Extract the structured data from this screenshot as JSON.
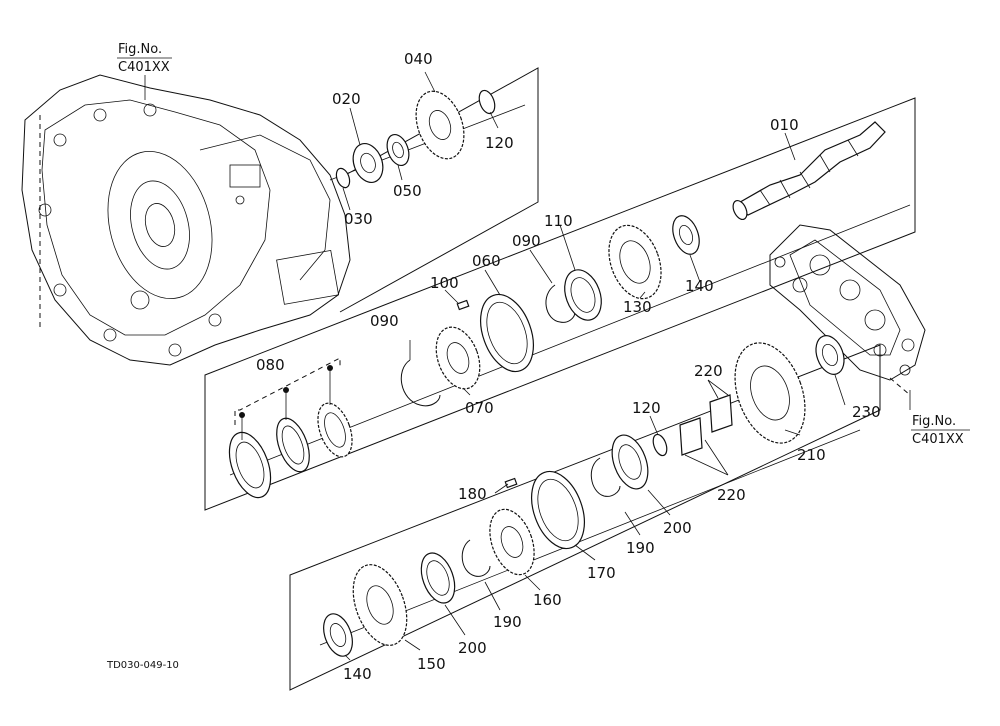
{
  "diagram": {
    "code": "TD030-049-10",
    "refs": [
      {
        "line1": "Fig.No.",
        "line2": "C401XX"
      },
      {
        "line1": "Fig.No.",
        "line2": "C401XX"
      }
    ],
    "labels": [
      "010",
      "020",
      "030",
      "040",
      "050",
      "120",
      "060",
      "070",
      "080",
      "090",
      "090",
      "100",
      "110",
      "130",
      "140",
      "120",
      "140",
      "150",
      "160",
      "170",
      "180",
      "190",
      "190",
      "200",
      "200",
      "210",
      "220",
      "220",
      "230"
    ]
  }
}
